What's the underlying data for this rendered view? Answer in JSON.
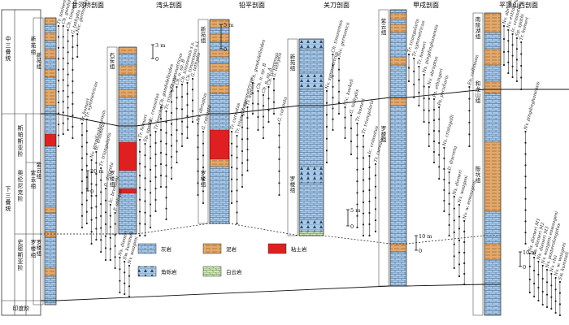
{
  "section_titles": [
    "甘河桥剖面",
    "湾头剖面",
    "铅平剖面",
    "关刀剖面",
    "甲戌剖面",
    "平顶山西剖面"
  ],
  "stratigraphy": {
    "series": [
      "中三叠统",
      "下三叠统"
    ],
    "stages": [
      "斯帕斯亚阶",
      "奥伦尼克阶",
      "史密斯亚阶",
      "印度阶"
    ],
    "formations": [
      "新苑组",
      "紫云组",
      "罗楼组"
    ]
  },
  "unit_labels": {
    "s1": [
      "新苑组",
      "紫云组",
      "罗楼组"
    ],
    "s2": [
      "石炭组",
      "罗楼组"
    ],
    "s3": [
      "新苑组",
      "罗楼组"
    ],
    "s4": [
      "新苑组",
      "罗楼组"
    ],
    "s5": [
      "紫云组",
      "罗楼组"
    ],
    "s6": [
      "南陵湖组",
      "和龙山组",
      "殷坑组"
    ]
  },
  "scales": [
    "20 m",
    "0",
    "3 m",
    "0",
    "5 m",
    "0",
    "5 m",
    "0",
    "10 m",
    "0",
    "10 m",
    "0"
  ],
  "legend": {
    "items": [
      {
        "label": "灰岩",
        "pattern": "limestone"
      },
      {
        "label": "泥岩",
        "pattern": "mudstone"
      },
      {
        "label": "粘土岩",
        "pattern": "clay"
      },
      {
        "label": "角砾岩",
        "pattern": "breccia"
      },
      {
        "label": "白云岩",
        "pattern": "dolomite"
      }
    ]
  },
  "fossils": {
    "s1": [
      "Tr. sosioensis",
      "Ch. gondolelloides",
      "Ch. timorensis",
      "G. tethydis",
      "Nic. germanica",
      "Tr. homeri",
      "Tr. symmetricus",
      "Nv. pingdinghanensis",
      "Ic. crassatus",
      "Tr. triangularis",
      "D. discreta",
      "Ic. bransoni",
      "P. obliqua",
      "Ns. dieneri",
      "Sw. kummeli",
      "Nv. waageni"
    ],
    "s2": [
      "Tr. homeri",
      "Sp. spathi",
      "Ic. crassatus",
      "Tr. brochus",
      "Ch. gondolelloides",
      "Tr. triangularis",
      "Tr. symmetricus",
      "Ch. n. sp. B",
      "Ch. timorensis s.s.",
      "Ch. timorensis s.l.",
      "G. tethydis",
      "Nv. abruptus",
      "G. carinata"
    ],
    "s3": [
      "Tr. cureatus",
      "Tr. triangularis",
      "Tr. symmetricus",
      "Tr. homeri",
      "Ch. gondolelloides",
      "Ch. n. sp. B",
      "Ch. n. sp. A",
      "Ch. timorensis",
      "G. tethydis",
      "G. carinata"
    ],
    "s4": [
      "Nv. symmetricus",
      "Ch. timorensis",
      "Nic. germanica",
      "Nic. kockeli",
      "G. tethydis",
      "Tr. homeri",
      "Tr. triangularis",
      "Ic. crassatus",
      "Tr. cureatus"
    ],
    "s5": [
      "Tr. triangularis",
      "Tr. symmetricus",
      "Tr. homeri",
      "Ns. pingdinghanensis",
      "Nv. abruptus",
      "Pa. ethingeri",
      "Pa. peculiaris",
      "Ns. cristagalli",
      "D. discreta",
      "Ns. dieneri",
      "Nv. waageni",
      "Nv. w. eowaageni",
      "En. collinsoni"
    ],
    "s6": [
      "Nv. abruptus",
      "Nv. extralargus",
      "Ic. crassatus",
      "Sp. spathi",
      "Tr. homeri",
      "Nv. pingdinghanensis",
      "Ns. dieneri M1",
      "Ns. dieneri M2",
      "Ns. dieneri M3",
      "Nv. waageni eowaageni",
      "Nv. posterolongatus",
      "Nv. chii",
      "Nv. w. waageni",
      "Sw. kummeli"
    ]
  }
}
